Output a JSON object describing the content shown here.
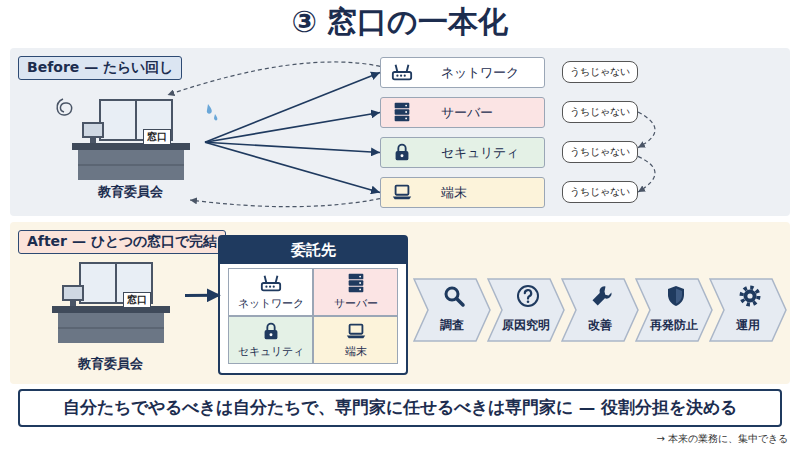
{
  "diagram": {
    "title": "③ 窓口の一本化",
    "nodes": [
      {
        "text": [
          "Before — たらい回し"
        ]
      },
      {
        "text": [
          "窓口",
          "教育委員会"
        ],
        "in": 0
      },
      {
        "text": [
          "ネットワーク"
        ],
        "in": 0
      },
      {
        "text": [
          "サーバー"
        ],
        "in": 0
      },
      {
        "text": [
          "セキュリティ"
        ],
        "in": 0
      },
      {
        "text": [
          "端末"
        ],
        "in": 0
      },
      {
        "text": [
          "うちじゃない"
        ],
        "in": 0
      },
      {
        "text": [
          "うちじゃない"
        ],
        "in": 0
      },
      {
        "text": [
          "うちじゃない"
        ],
        "in": 0
      },
      {
        "text": [
          "うちじゃない"
        ],
        "in": 0
      },
      {
        "text": [
          "After — ひとつの窓口で完結"
        ]
      },
      {
        "text": [
          "窓口",
          "教育委員会"
        ],
        "in": 10
      },
      {
        "text": [
          "委託先"
        ],
        "in": 10
      },
      {
        "text": [
          "ネットワーク"
        ],
        "in": 12
      },
      {
        "text": [
          "サーバー"
        ],
        "in": 12
      },
      {
        "text": [
          "セキュリティ"
        ],
        "in": 12
      },
      {
        "text": [
          "端末"
        ],
        "in": 12
      },
      {
        "text": [
          "調査"
        ],
        "in": 10
      },
      {
        "text": [
          "原因究明"
        ],
        "in": 10
      },
      {
        "text": [
          "改善"
        ],
        "in": 10
      },
      {
        "text": [
          "再発防止"
        ],
        "in": 10
      },
      {
        "text": [
          "運用"
        ],
        "in": 10
      },
      {
        "text": [
          "自分たちでやるべきは自分たちで、専門家に任せるべきは専門家に — 役割分担を決める"
        ]
      }
    ],
    "edges": [
      {
        "from": 1,
        "to": 2,
        "arrow": "to"
      },
      {
        "from": 1,
        "to": 3,
        "arrow": "to"
      },
      {
        "from": 1,
        "to": 4,
        "arrow": "to"
      },
      {
        "from": 1,
        "to": 5,
        "arrow": "to"
      },
      {
        "from": 2,
        "to": 1,
        "arrow": "to"
      },
      {
        "from": 5,
        "to": 1,
        "arrow": "to"
      },
      {
        "from": 7,
        "to": 8,
        "arrow": "to"
      },
      {
        "from": 8,
        "to": 9,
        "arrow": "to"
      },
      {
        "from": 11,
        "to": 12,
        "arrow": "to"
      }
    ],
    "labels": [
      "→ 本来の業務に、集中できる"
    ]
  }
}
